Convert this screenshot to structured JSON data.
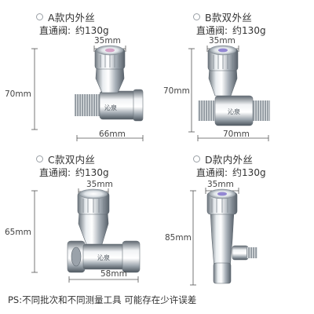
{
  "products": [
    {
      "title": "A款内外丝",
      "type": "直通阀:",
      "weight": "约130g",
      "width_label": "35mm",
      "height_label": "70mm",
      "length_label": "66mm",
      "logo": "沁泉"
    },
    {
      "title": "B款双外丝",
      "type": "直通阀:",
      "weight": "约130g",
      "width_label": "35mm",
      "height_label": "70mm",
      "length_label": "70mm",
      "logo": "沁泉"
    },
    {
      "title": "C款双内丝",
      "type": "直通阀:",
      "weight": "约130g",
      "width_label": "35mm",
      "height_label": "65mm",
      "length_label": "58mm",
      "logo": "沁泉"
    },
    {
      "title": "D款内外丝",
      "type": "直通阀:",
      "weight": "约130g",
      "width_label": "35mm",
      "height_label": "85mm"
    }
  ],
  "footnote": "PS:不同批次和不同测量工具  可能存在少许误差",
  "colors": {
    "chrome_light": "#f4f6f8",
    "chrome_mid": "#b9c0c7",
    "chrome_dark": "#5f6870",
    "handle_accent": "#7a6cc9",
    "handle_accent_b": "#c87eb0"
  }
}
